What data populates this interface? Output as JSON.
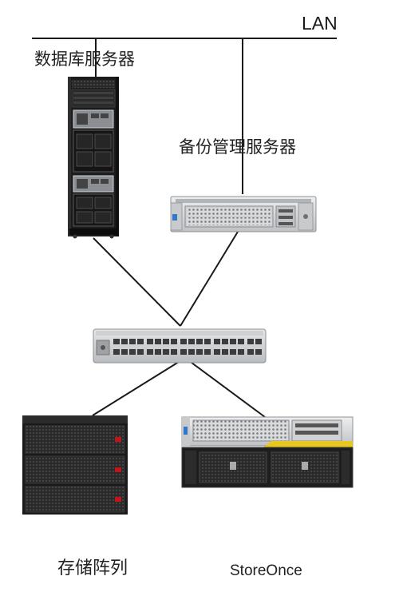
{
  "labels": {
    "lan": "LAN",
    "database_server": "数据库服务器",
    "backup_server": "备份管理服务器",
    "storage_array": "存储阵列",
    "storeonce": "StoreOnce"
  },
  "colors": {
    "line": "#1a1a1a",
    "device_dark": "#1e1e1e",
    "device_silver": "#d4d6d8",
    "accent_red": "#c0161b",
    "accent_yellow": "#e8c820",
    "accent_blue": "#2f79c8"
  }
}
